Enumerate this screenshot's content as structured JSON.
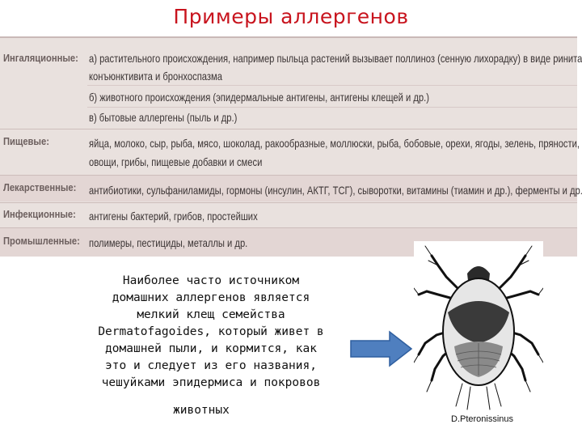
{
  "title": "Примеры аллергенов",
  "table": {
    "rows": [
      {
        "category": "Ингаляционные:",
        "lines": [
          "а) растительного происхождения, например пыльца растений вызывает поллиноз (сенную лихорадку) в виде ринита,",
          "конъюнктивита и бронхоспазма",
          "б) животного происхождения (эпидермальные антигены, антигены клещей и др.)",
          "в) бытовые аллергены (пыль и др.)"
        ]
      },
      {
        "category": "Пищевые:",
        "lines": [
          "яйца, молоко, сыр, рыба, мясо, шоколад, ракообразные, моллюски, рыба, бобовые, орехи, ягоды, зелень, пряности,",
          "овощи, грибы, пищевые добавки и смеси"
        ]
      },
      {
        "category": "Лекарственные:",
        "lines": [
          "антибиотики, сульфаниламиды, гормоны (инсулин, АКТГ, ТСГ), сыворотки, витамины (тиамин и др.), ферменты и др."
        ]
      },
      {
        "category": "Инфекционные:",
        "lines": [
          "антигены бактерий, грибов, простейших"
        ]
      },
      {
        "category": "Промышленные:",
        "lines": [
          "полимеры, пестициды, металлы и др."
        ]
      }
    ]
  },
  "note": {
    "lines": [
      "Наиболее часто источником",
      "домашних аллергенов является",
      "мелкий клещ семейства",
      "Dermatofagoides, который живет в",
      "домашней пыли, и кормится, как",
      "это и следует из его названия,",
      "чешуйками эпидермиса и покровов"
    ],
    "last_line": "животных"
  },
  "figure": {
    "caption": "D.Pteronissinus"
  },
  "colors": {
    "title": "#c8141e",
    "table_bg": "#e9e1de",
    "arrow_fill": "#4f7fbf",
    "arrow_stroke": "#2f5f9f"
  }
}
